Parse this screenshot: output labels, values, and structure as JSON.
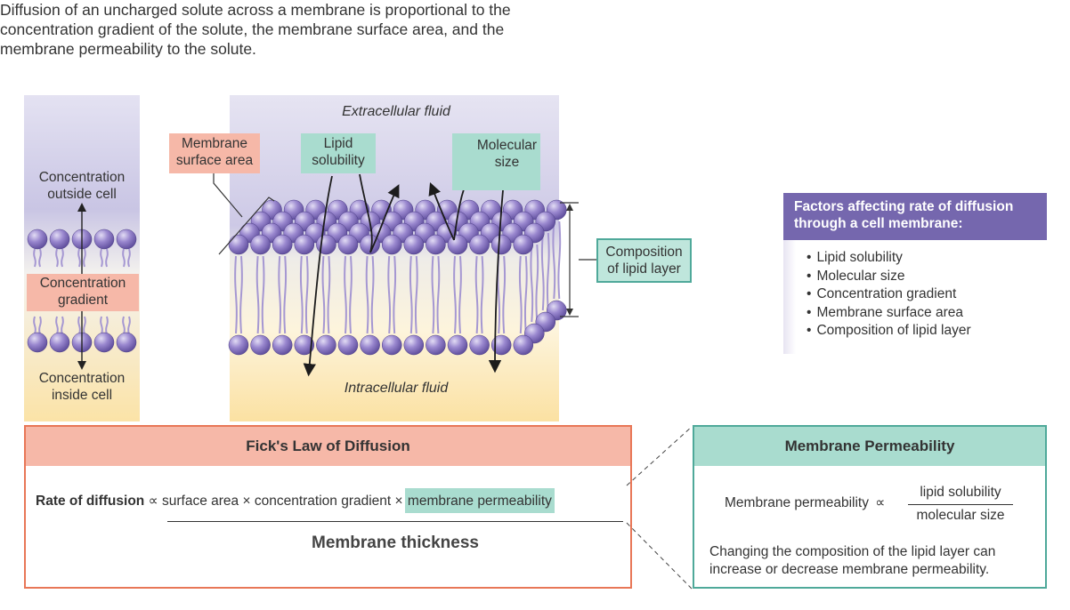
{
  "intro": "Diffusion of an uncharged solute across a membrane is proportional to the concentration gradient of the solute, the membrane surface area, and the membrane permeability to the solute.",
  "left_panel": {
    "outside": "Concentration outside cell",
    "gradient": "Concentration gradient",
    "inside": "Concentration inside cell"
  },
  "membrane": {
    "extracellular": "Extracellular fluid",
    "intracellular": "Intracellular fluid",
    "surface_area": "Membrane surface area",
    "lipid_solubility": "Lipid solubility",
    "molecular_size": "Molecular size",
    "composition": "Composition of lipid layer"
  },
  "factors": {
    "title": "Factors affecting rate of diffusion through a cell membrane:",
    "items": [
      "Lipid solubility",
      "Molecular size",
      "Concentration gradient",
      "Membrane surface area",
      "Composition of lipid layer"
    ]
  },
  "fick": {
    "title": "Fick's Law of Diffusion",
    "rate_label": "Rate of diffusion",
    "proportional": "∝",
    "term1": "surface area",
    "times": "×",
    "term2": "concentration gradient",
    "term3": "membrane permeability",
    "denominator": "Membrane thickness"
  },
  "permeability": {
    "title": "Membrane Permeability",
    "label": "Membrane permeability",
    "proportional": "∝",
    "numerator": "lipid solubility",
    "denominator": "molecular size",
    "note": "Changing the composition of the lipid layer can increase or decrease membrane permeability."
  },
  "colors": {
    "head_purple": "#7e75b8",
    "extracellular_lavender": "#cfcbe6",
    "intracellular_yellow": "#fbe7b0",
    "salmon": "#f6b8a8",
    "salmon_border": "#e87757",
    "teal": "#a9dccf",
    "teal_border": "#4fa99a",
    "factors_header": "#7567ae"
  }
}
